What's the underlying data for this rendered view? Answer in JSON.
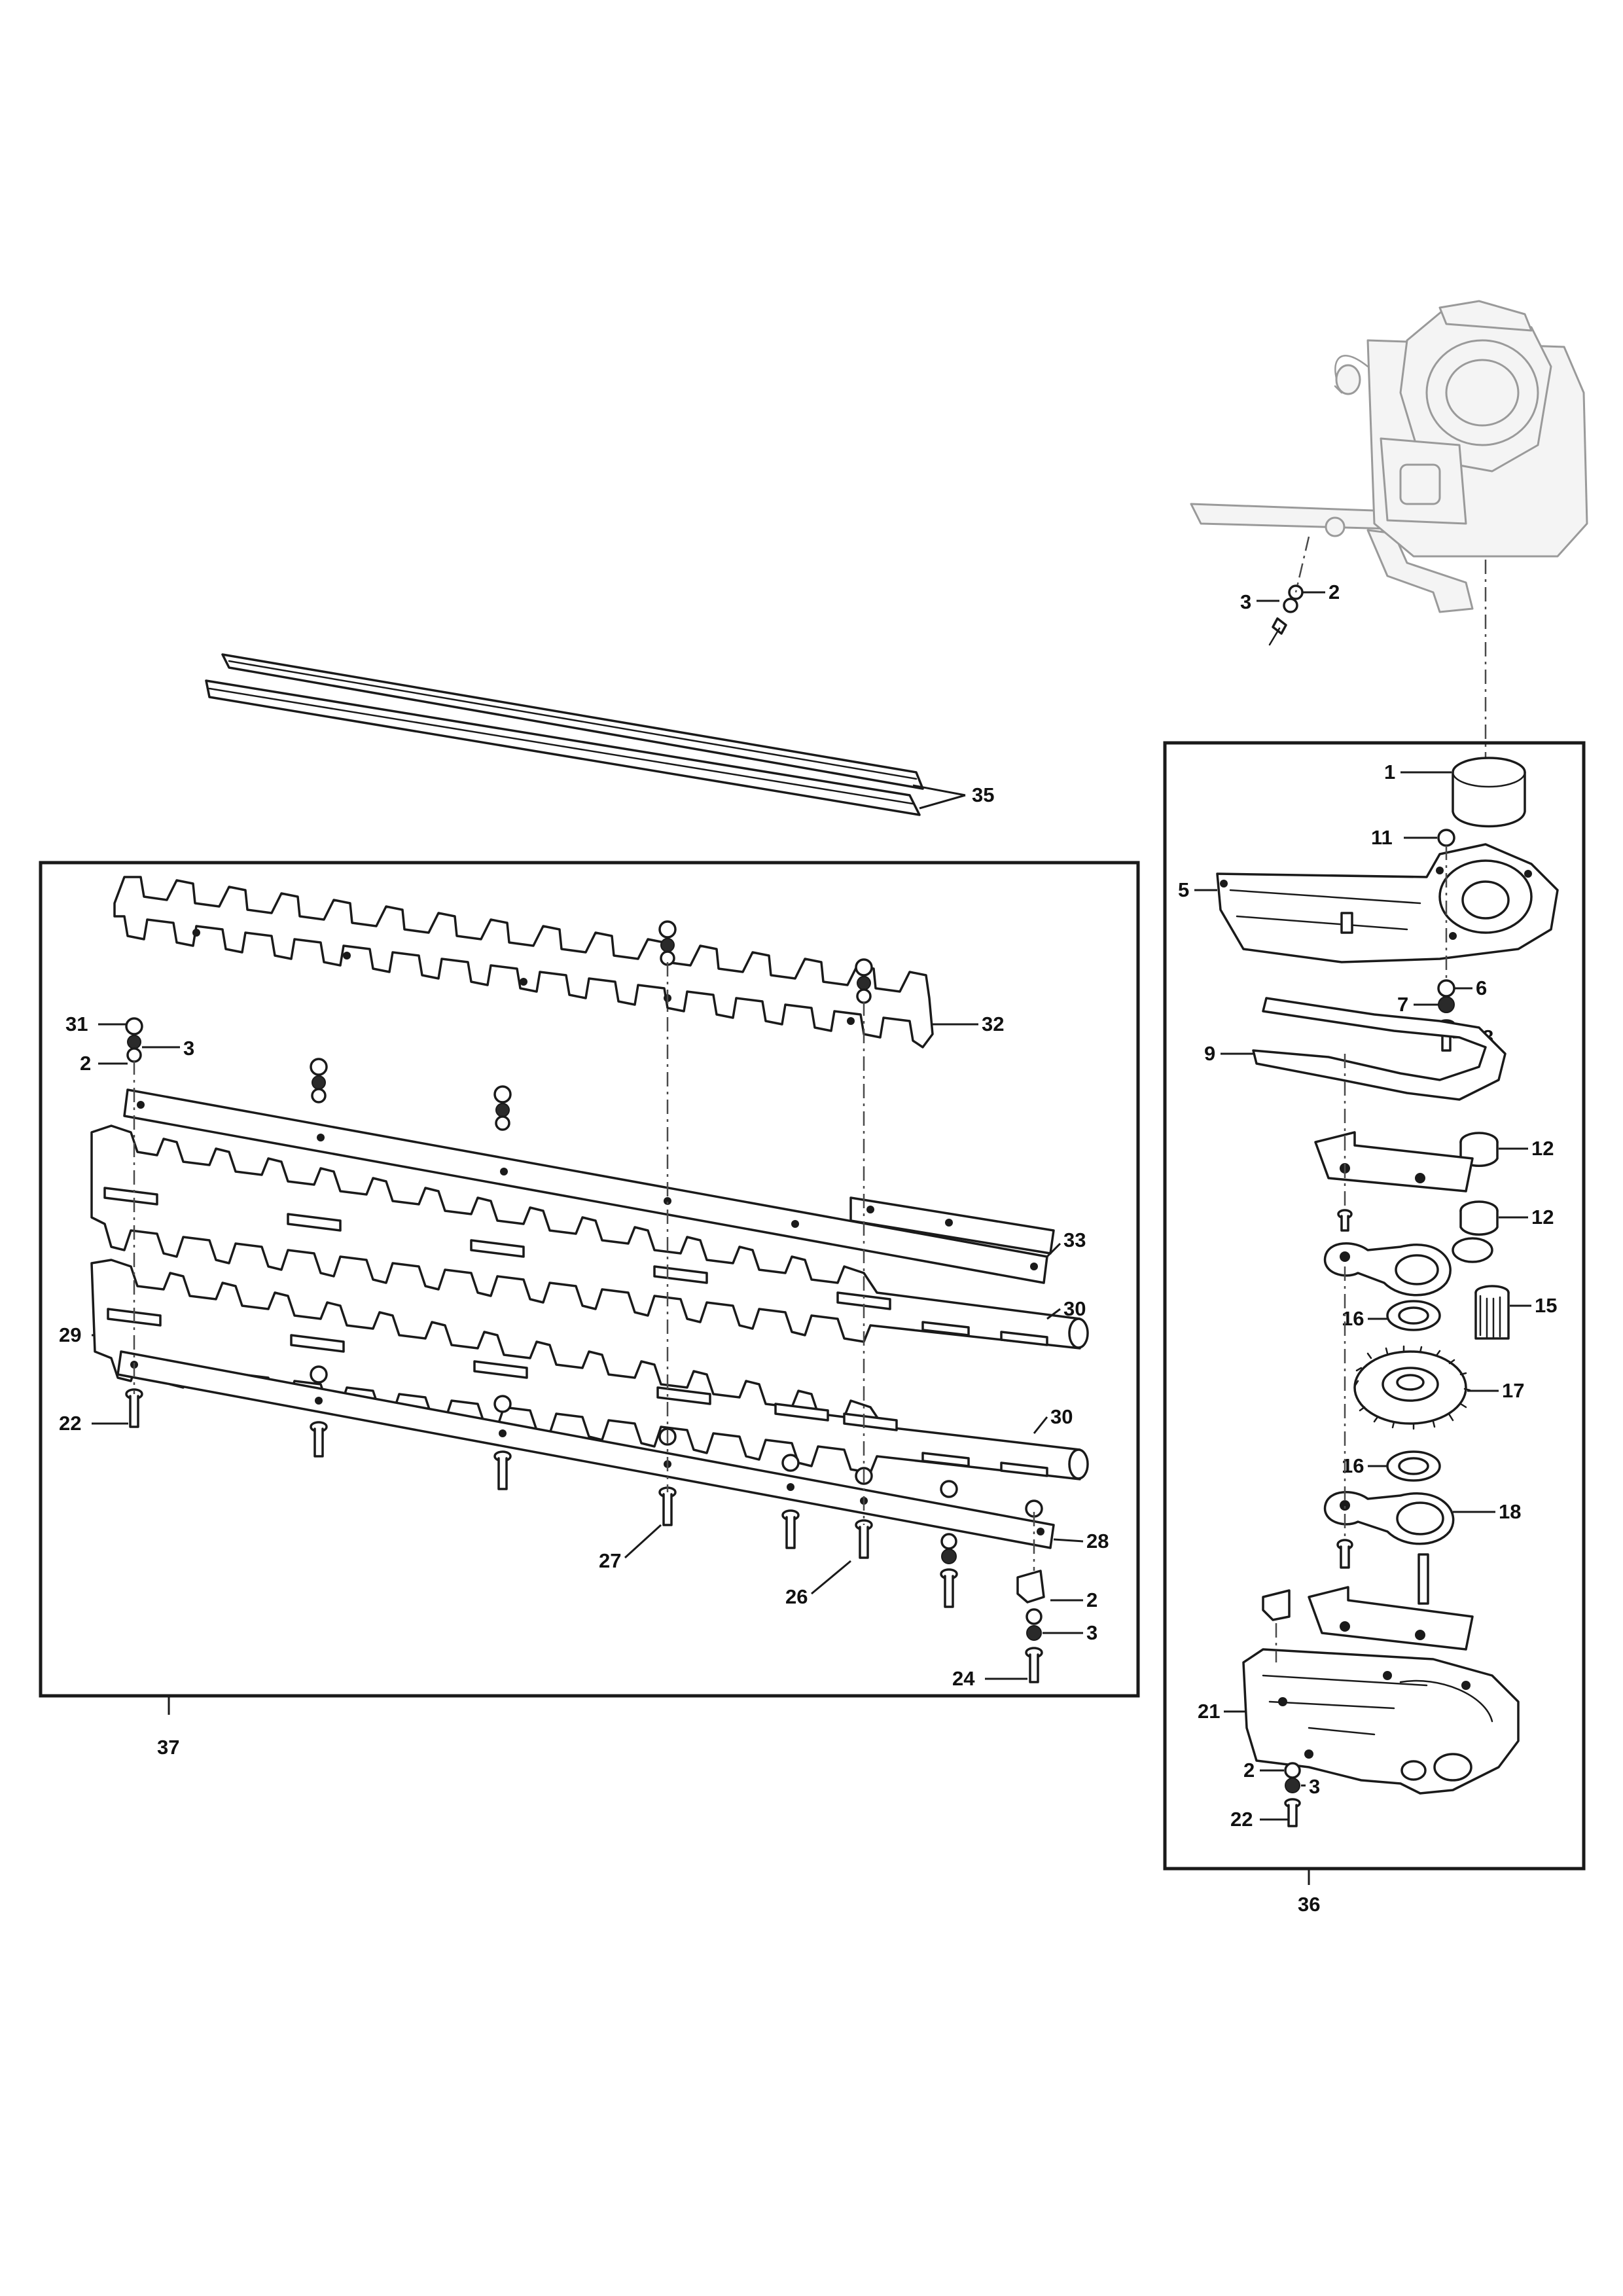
{
  "callouts": {
    "p1": "1",
    "p2_engine": "2",
    "p3_engine": "3",
    "p5": "5",
    "p6": "6",
    "p7": "7",
    "p8": "8",
    "p9": "9",
    "p11": "11",
    "p12_a": "12",
    "p12_b": "12",
    "p15": "15",
    "p16_a": "16",
    "p16_b": "16",
    "p17": "17",
    "p18": "18",
    "p21": "21",
    "p2_gear": "2",
    "p3_gear": "3",
    "p22_gear": "22",
    "p35": "35",
    "p36": "36",
    "p31": "31",
    "p2_blade": "2",
    "p3_blade": "3",
    "p32": "32",
    "p33": "33",
    "p30_a": "30",
    "p30_b": "30",
    "p29": "29",
    "p22_blade": "22",
    "p28": "28",
    "p27": "27",
    "p26": "26",
    "p2_bottom": "2",
    "p3_bottom": "3",
    "p24": "24",
    "p37": "37"
  }
}
